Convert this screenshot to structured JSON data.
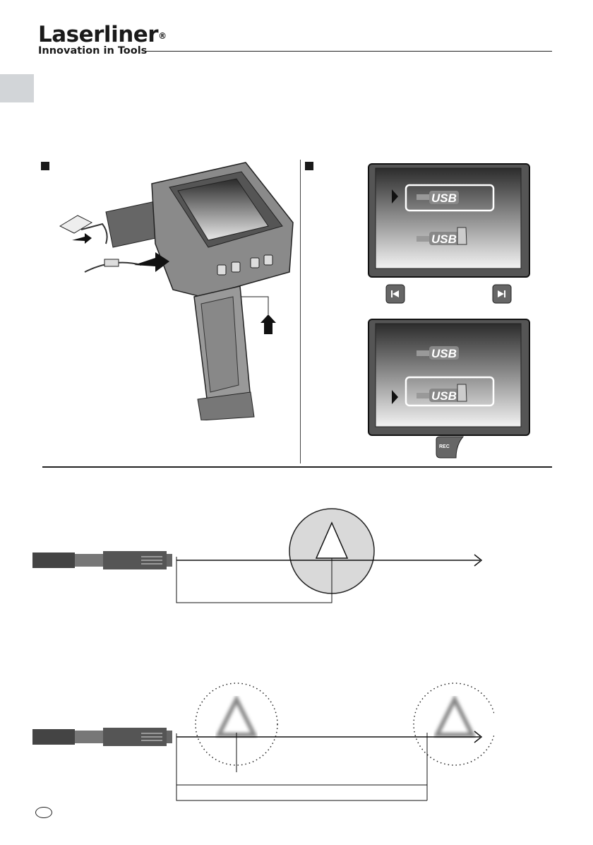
{
  "header": {
    "brand": "Laserliner",
    "registered": "®",
    "tagline": "Innovation in Tools"
  },
  "screens": [
    {
      "options": [
        {
          "label": "USB",
          "selected": true
        },
        {
          "label": "USB",
          "selected": false,
          "icon": "sd-card-icon"
        }
      ]
    },
    {
      "options": [
        {
          "label": "USB",
          "selected": false
        },
        {
          "label": "USB",
          "selected": true,
          "icon": "sd-card-icon"
        }
      ]
    }
  ],
  "buttons": {
    "prev": "prev-icon",
    "next": "next-icon",
    "rec": "REC"
  },
  "colors": {
    "text": "#1a1a1a",
    "tab": "#d2d5d8",
    "screen_dark": "#2a2a2a"
  }
}
